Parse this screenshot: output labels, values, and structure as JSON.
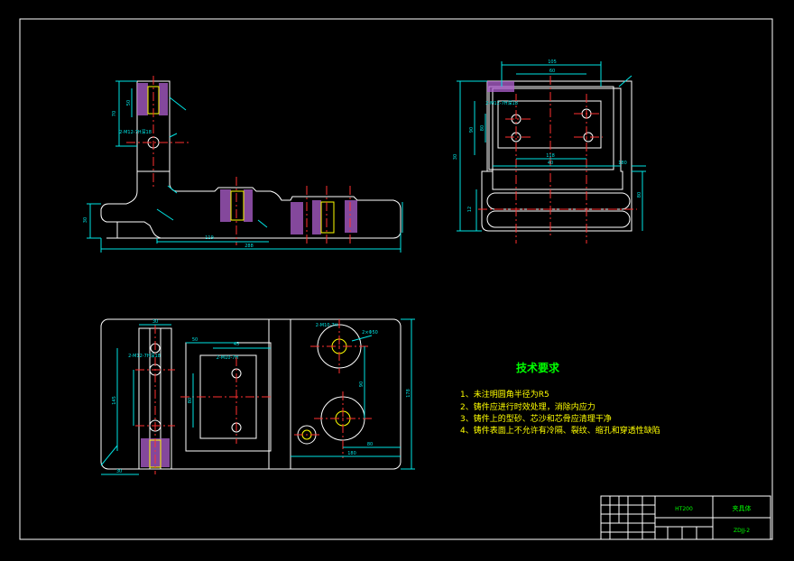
{
  "colors": {
    "background": "#000000",
    "frame": "#ffffff",
    "outline": "#ffffff",
    "center_line": "#ff3030",
    "dimension": "#00e5e5",
    "hatch": "#b060d0",
    "thread": "#ffff00",
    "notes_title": "#00ff00",
    "notes_text": "#ffff00"
  },
  "dimensions": {
    "front_view": [
      "70",
      "50",
      "2-M12-7H深18",
      "119",
      "288",
      "30"
    ],
    "side_view": [
      "105",
      "60",
      "2-M12-7H深18",
      "90",
      "80",
      "118",
      "40",
      "12",
      "180",
      "30",
      "80"
    ],
    "top_view": [
      "30",
      "50",
      "45",
      "2-M10-7H",
      "2-M12-7H深18",
      "80",
      "145",
      "2-M10-7H",
      "2×Φ50",
      "90",
      "80",
      "180",
      "178",
      "30"
    ]
  },
  "notes": {
    "title": "技术要求",
    "items": [
      "1、未注明圆角半径为R5",
      "2、铸件应进行时效处理，消除内应力",
      "3、铸件上的型砂、芯沙和芯骨应清理干净",
      "4、铸件表面上不允许有冷隔、裂纹、缩孔和穿透性缺陷"
    ]
  },
  "title_block": {
    "material": "HT200",
    "part_name": "夹具体",
    "drawing_number": "ZDJJ-2"
  }
}
